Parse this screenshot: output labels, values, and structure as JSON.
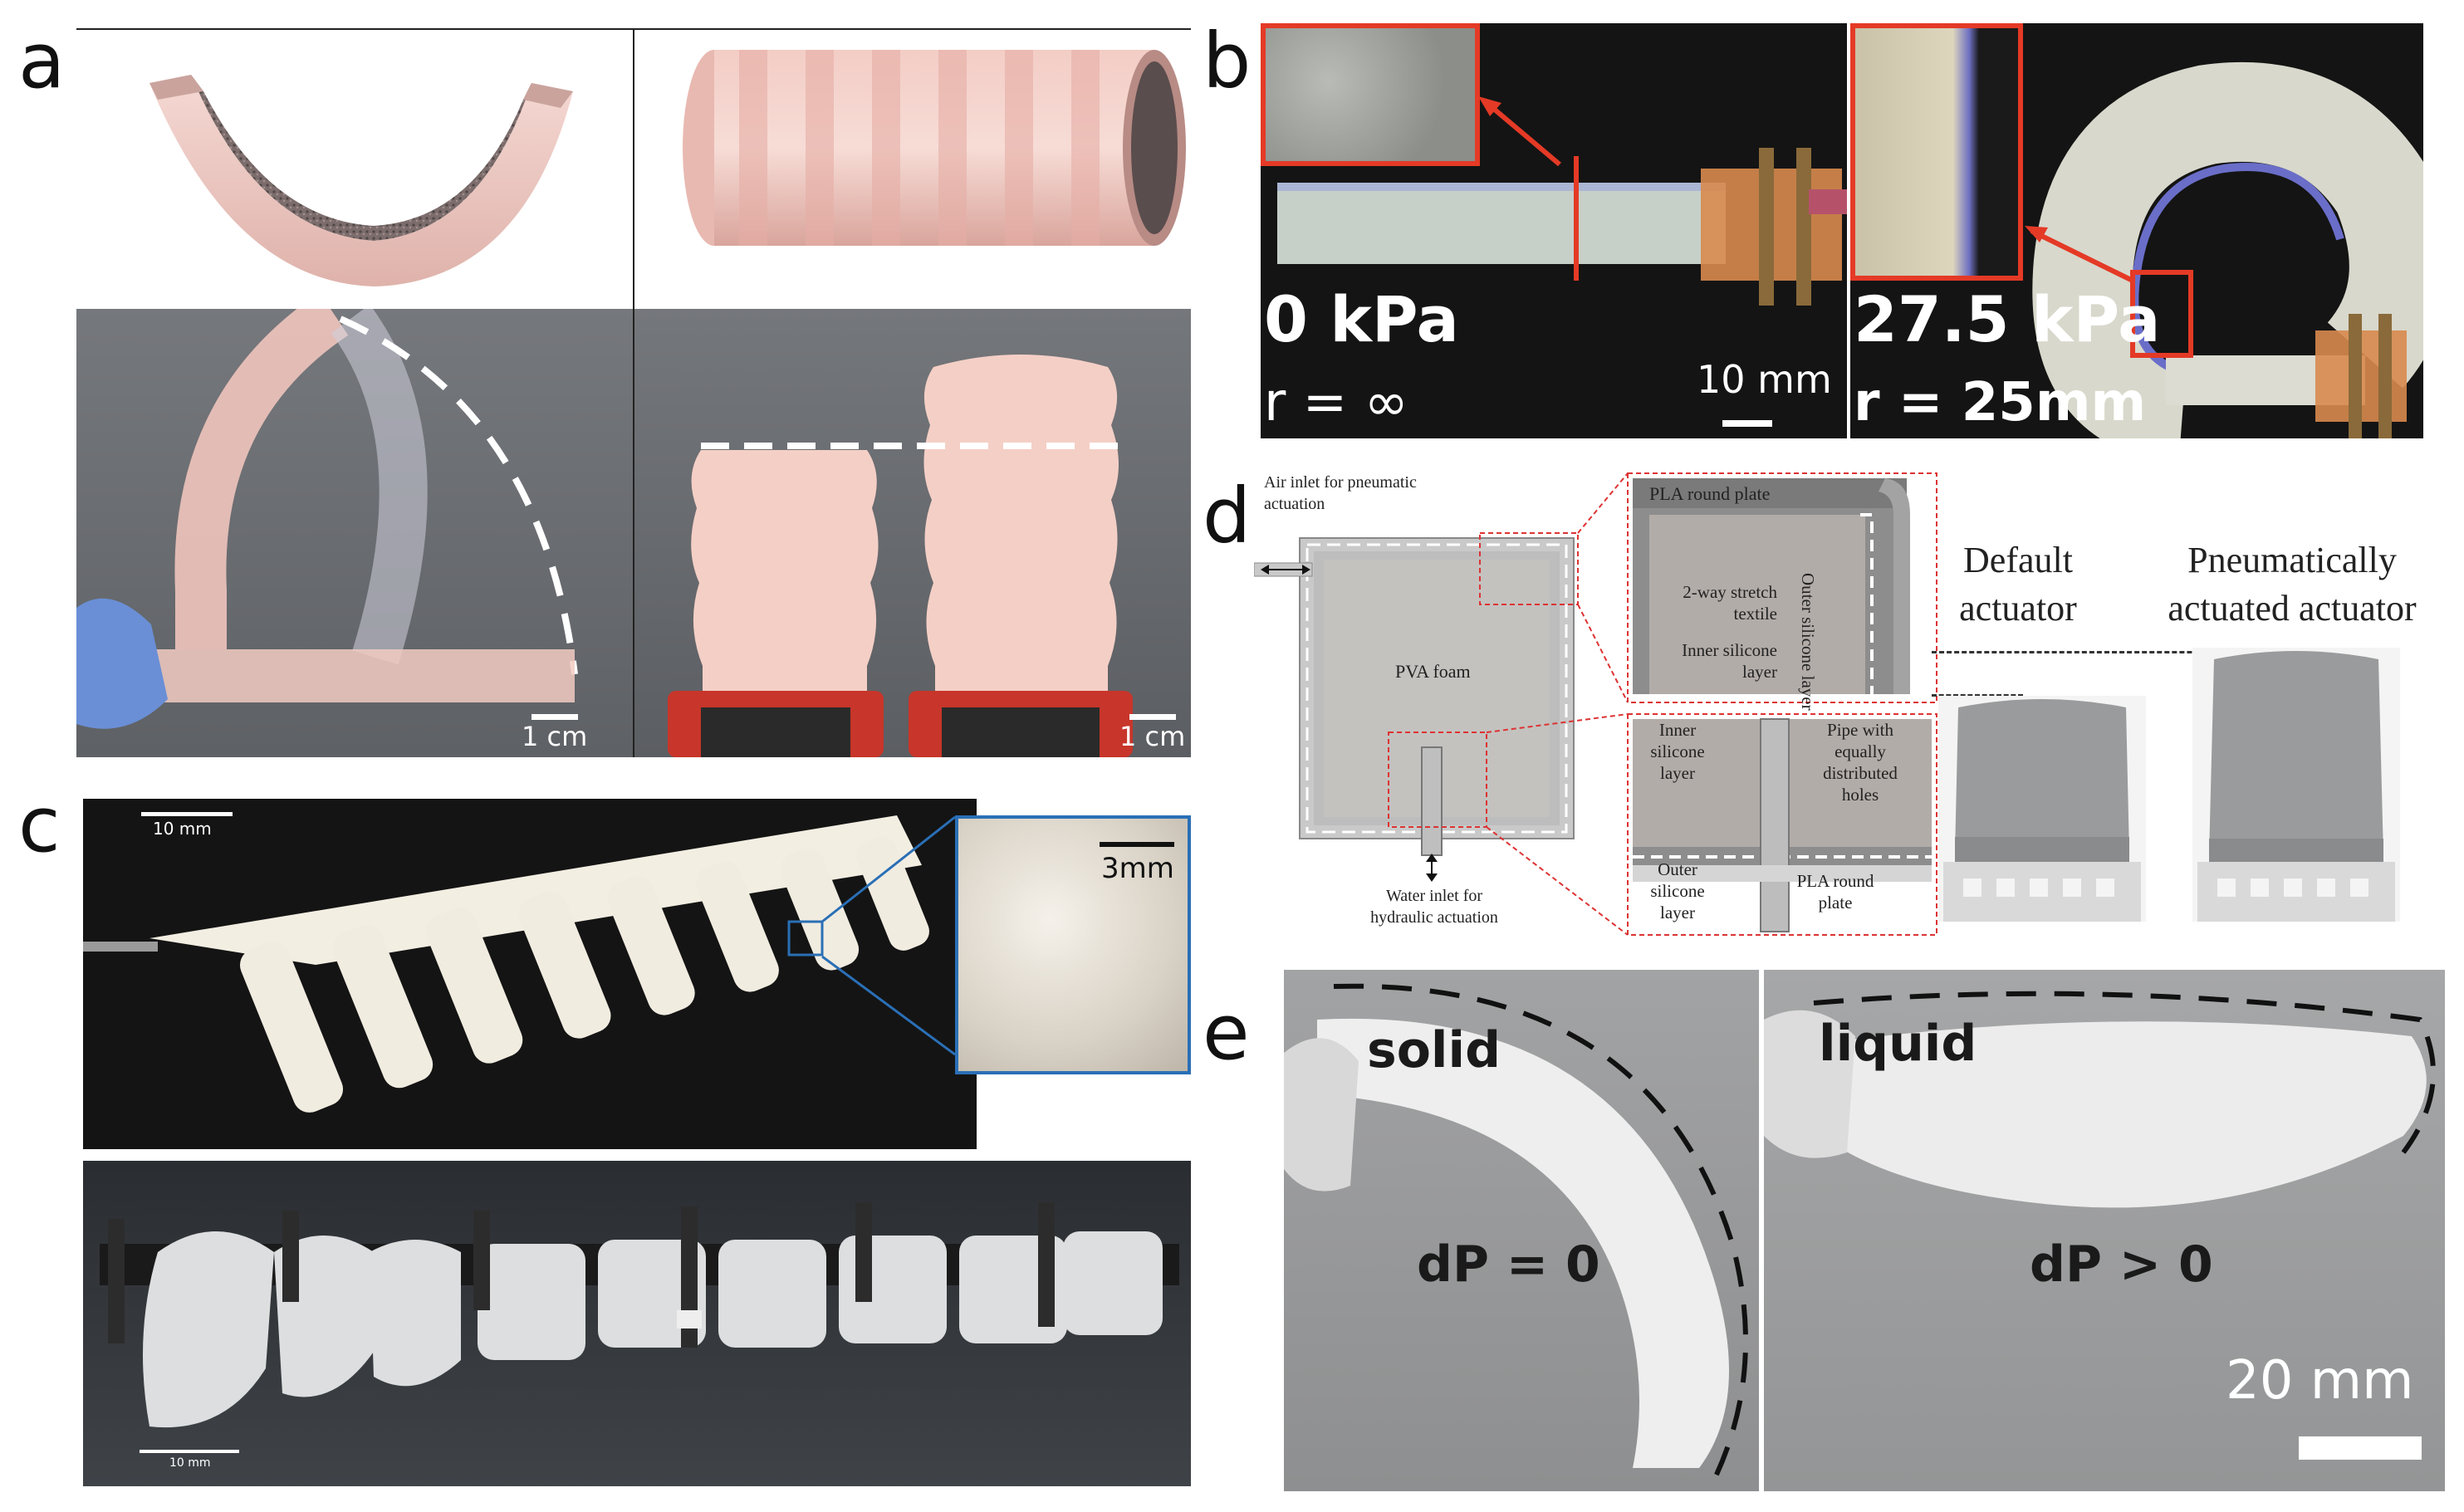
{
  "panels": {
    "a": {
      "letter": "a",
      "scale_left": "1 cm",
      "scale_right": "1 cm"
    },
    "b": {
      "letter": "b",
      "pressure_0": "0 kPa",
      "radius_0": "r = ∞",
      "scale": "10 mm",
      "pressure_1": "27.5 kPa",
      "radius_1": "r = 25mm"
    },
    "c": {
      "letter": "c",
      "scale_top": "10 mm",
      "scale_inset": "3mm",
      "scale_bottom": "10 mm"
    },
    "d": {
      "letter": "d",
      "air_inlet": "Air inlet for pneumatic actuation",
      "pva_foam": "PVA foam",
      "water_inlet": "Water inlet for hydraulic actuation",
      "pla_plate_top": "PLA round plate",
      "textile": "2-way stretch textile",
      "inner_silicone_top": "Inner silicone layer",
      "outer_silicone_side": "Outer silicone layer",
      "inner_silicone_bottom": "Inner silicone layer",
      "pipe": "Pipe with equally distributed holes",
      "outer_silicone_bottom": "Outer silicone layer",
      "pla_plate_bottom": "PLA round plate",
      "default_actuator": "Default actuator",
      "pneumatic_actuator": "Pneumatically actuated actuator"
    },
    "e": {
      "letter": "e",
      "solid": "solid",
      "liquid": "liquid",
      "dp_zero": "dP = 0",
      "dp_pos": "dP > 0",
      "scale": "20 mm"
    }
  },
  "colors": {
    "skin_pink": "#f0c4bc",
    "grey_bg": "#6b6e72",
    "red_accent": "#e43a26",
    "dark_bg": "#151515",
    "blue_inset": "#2a6fb6"
  }
}
